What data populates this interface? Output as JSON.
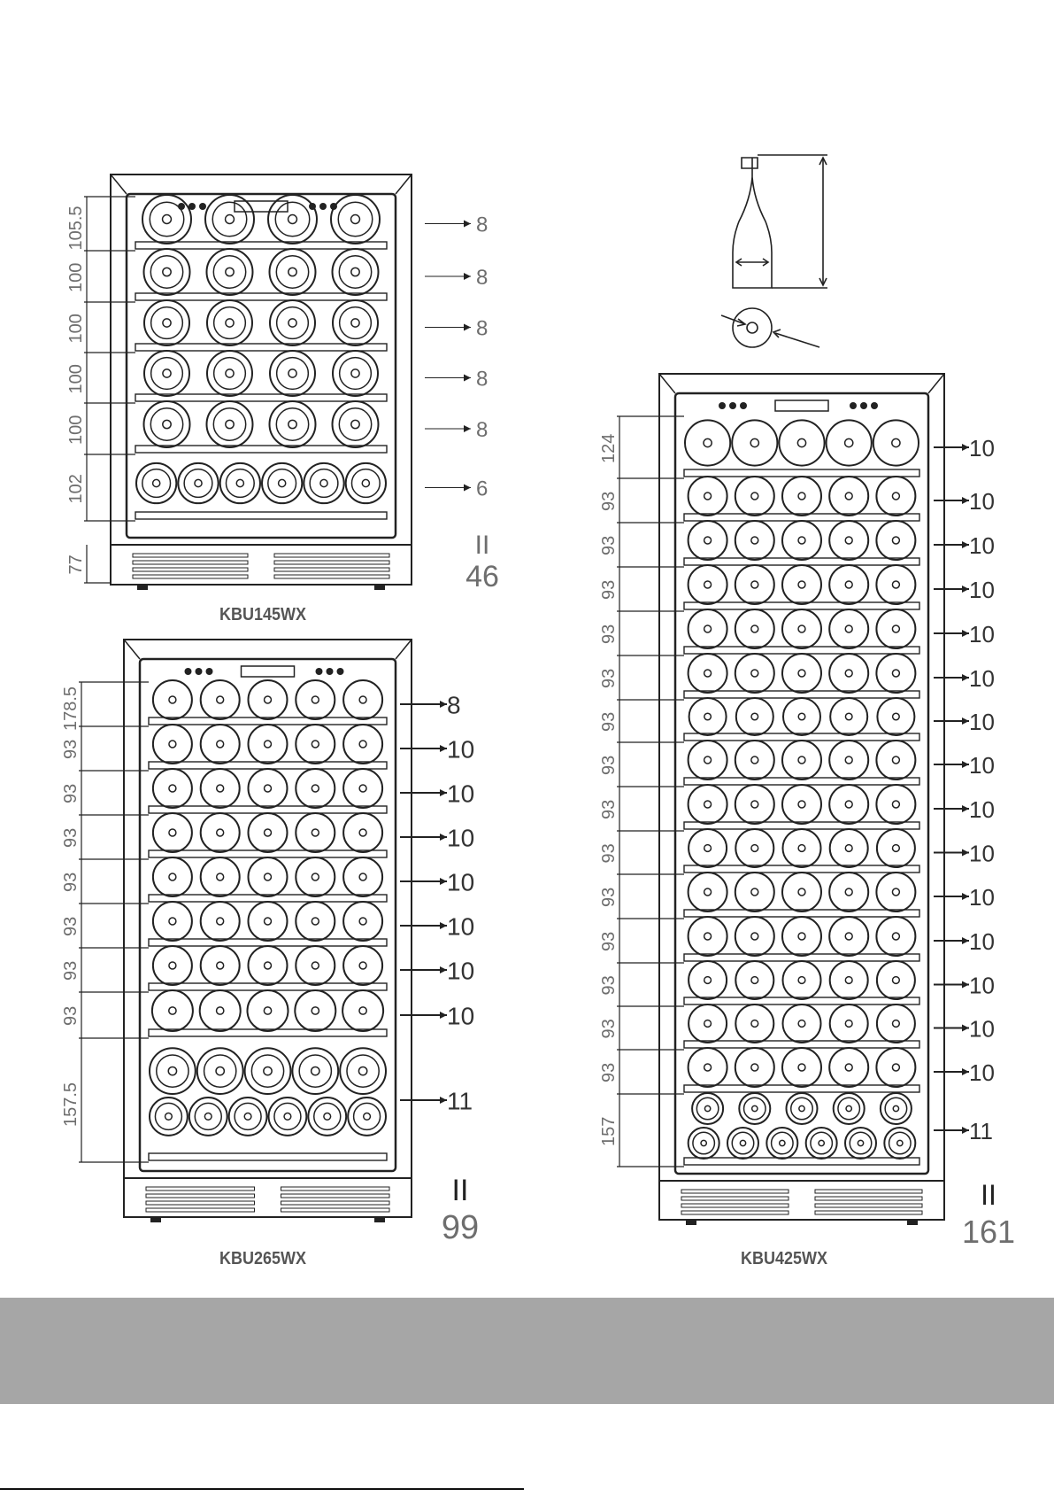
{
  "units": [
    {
      "id": "kbu145",
      "model": "KBU145WX",
      "shelf_heights": [
        "105.5",
        "100",
        "100",
        "100",
        "100",
        "102"
      ],
      "shelf_counts": [
        "8",
        "8",
        "8",
        "8",
        "8",
        "6"
      ],
      "base_height": "77",
      "equals_sign": "II",
      "total": "46"
    },
    {
      "id": "kbu265",
      "model": "KBU265WX",
      "shelf_heights": [
        "178.5",
        "93",
        "93",
        "93",
        "93",
        "93",
        "93",
        "93",
        "157.5"
      ],
      "shelf_counts": [
        "8",
        "10",
        "10",
        "10",
        "10",
        "10",
        "10",
        "10",
        "11"
      ],
      "equals_sign": "II",
      "total": "99"
    },
    {
      "id": "kbu425",
      "model": "KBU425WX",
      "shelf_heights": [
        "124",
        "93",
        "93",
        "93",
        "93",
        "93",
        "93",
        "93",
        "93",
        "93",
        "93",
        "93",
        "93",
        "93",
        "93",
        "157"
      ],
      "shelf_counts": [
        "10",
        "10",
        "10",
        "10",
        "10",
        "10",
        "10",
        "10",
        "10",
        "10",
        "10",
        "10",
        "10",
        "10",
        "10",
        "11"
      ],
      "equals_sign": "II",
      "total": "161"
    }
  ],
  "colors": {
    "line": "#222222",
    "label_gray": "#6e6e6e",
    "band": "#a6a6a6"
  }
}
